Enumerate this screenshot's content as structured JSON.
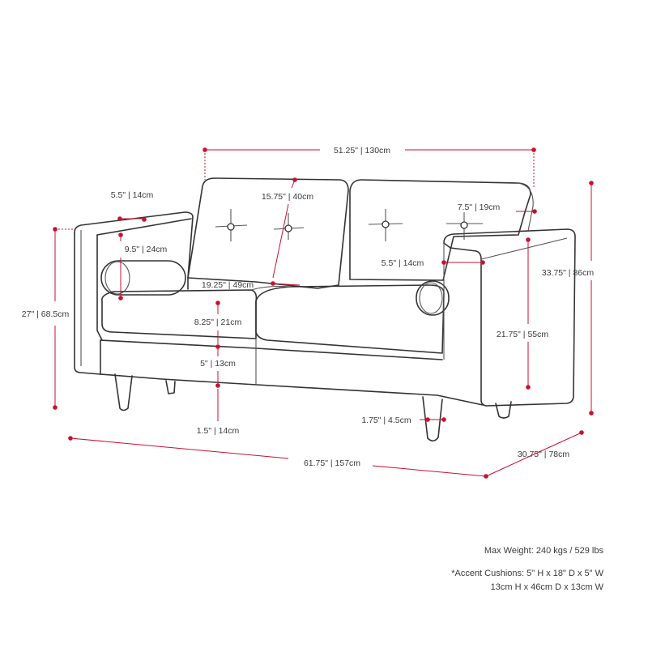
{
  "dimensions": {
    "back_width": "51.25\" | 130cm",
    "arm_top": "5.5\" | 14cm",
    "back_height": "15.75\" | 40cm",
    "arm_inner_height": "9.5\" | 24cm",
    "seat_depth": "19.25\" | 49cm",
    "cushion_thickness": "8.25\" | 21cm",
    "base_height": "5\" | 13cm",
    "leg_height_front": "1.5\" | 14cm",
    "leg_height_back": "1.75\" | 4.5cm",
    "total_height": "27\" | 68.5cm",
    "back_overhang": "7.5\" | 19cm",
    "arm_width": "5.5\" | 14cm",
    "overall_height_right": "33.75\" | 86cm",
    "arm_height": "21.75\" | 55cm",
    "total_width": "61.75\" | 157cm",
    "total_depth": "30.75\" | 78cm"
  },
  "notes": {
    "max_weight": "Max Weight: 240 kgs / 529 lbs",
    "accent_line1": "*Accent Cushions: 5\" H x 18\" D x 5\" W",
    "accent_line2": "13cm H x 46cm D x 13cm W"
  },
  "colors": {
    "dimension_marker": "#c8102e",
    "outline": "#333333",
    "text": "#3a3a3a"
  }
}
